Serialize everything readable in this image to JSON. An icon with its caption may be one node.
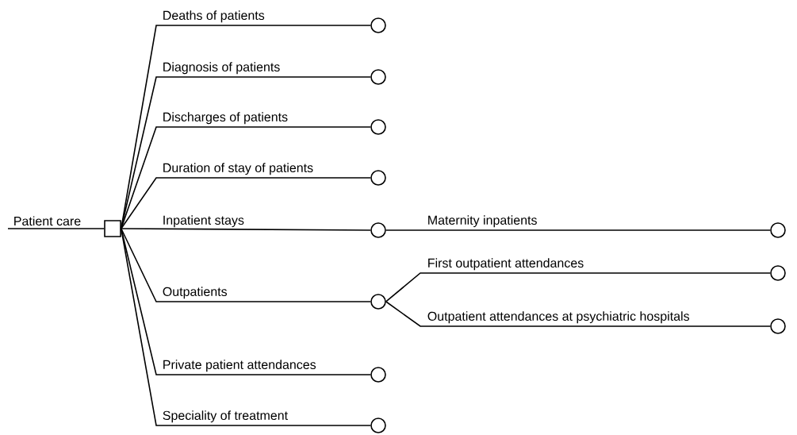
{
  "diagram": {
    "nodes": [
      {
        "text": [],
        "shape": "box"
      },
      {
        "text": [],
        "shape": "circle"
      },
      {
        "text": [],
        "shape": "circle"
      },
      {
        "text": [],
        "shape": "circle"
      },
      {
        "text": [],
        "shape": "circle"
      },
      {
        "text": [],
        "shape": "circle"
      },
      {
        "text": [],
        "shape": "circle"
      },
      {
        "text": [],
        "shape": "circle"
      },
      {
        "text": [],
        "shape": "circle"
      },
      {
        "text": [],
        "shape": "circle"
      },
      {
        "text": [],
        "shape": "circle"
      },
      {
        "text": [],
        "shape": "circle"
      }
    ],
    "edges": [
      {
        "from": null,
        "to": 0,
        "arrow": "none",
        "label": "Patient care"
      },
      {
        "from": 0,
        "to": 1,
        "arrow": "none",
        "label": "Deaths of patients"
      },
      {
        "from": 0,
        "to": 2,
        "arrow": "none",
        "label": "Diagnosis of patients"
      },
      {
        "from": 0,
        "to": 3,
        "arrow": "none",
        "label": "Discharges of patients"
      },
      {
        "from": 0,
        "to": 4,
        "arrow": "none",
        "label": "Duration of stay of patients"
      },
      {
        "from": 0,
        "to": 5,
        "arrow": "none",
        "label": "Inpatient stays"
      },
      {
        "from": 0,
        "to": 6,
        "arrow": "none",
        "label": "Outpatients"
      },
      {
        "from": 0,
        "to": 7,
        "arrow": "none",
        "label": "Private patient attendances"
      },
      {
        "from": 0,
        "to": 8,
        "arrow": "none",
        "label": "Speciality of treatment"
      },
      {
        "from": 5,
        "to": 9,
        "arrow": "none",
        "label": "Maternity inpatients"
      },
      {
        "from": 6,
        "to": 10,
        "arrow": "none",
        "label": "First outpatient attendances"
      },
      {
        "from": 6,
        "to": 11,
        "arrow": "none",
        "label": "Outpatient attendances at psychiatric hospitals"
      }
    ]
  }
}
